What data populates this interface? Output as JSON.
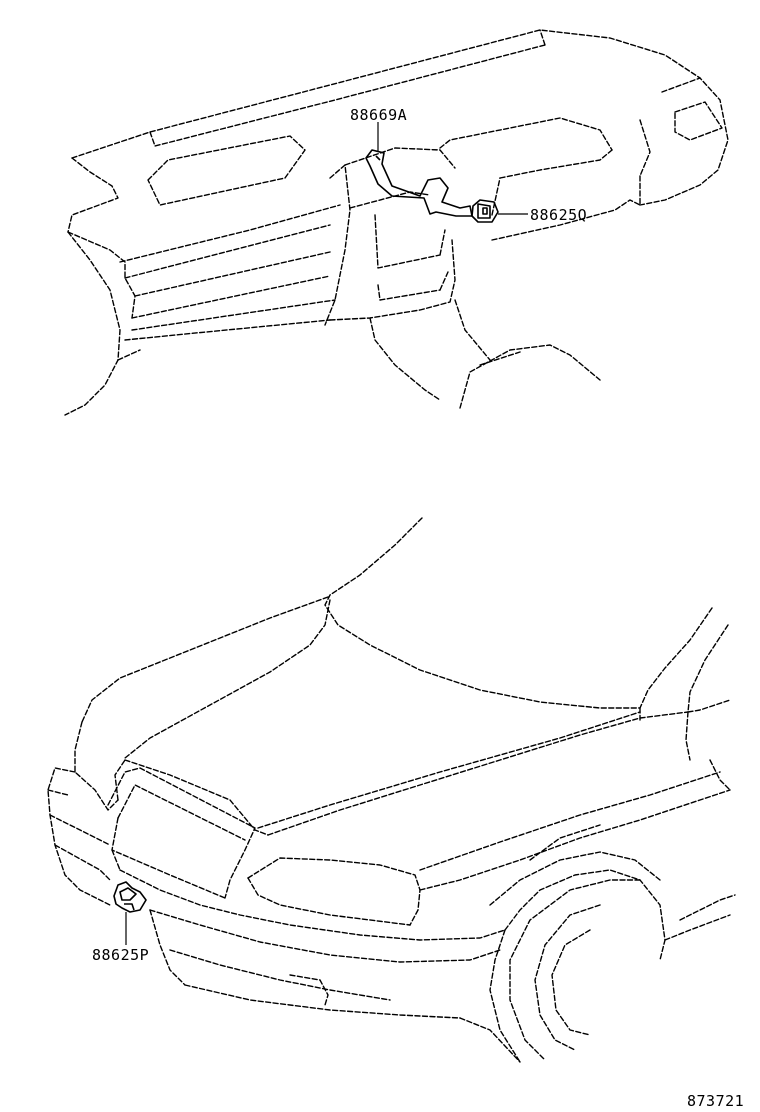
{
  "parts": {
    "upper_wire": "88669A",
    "upper_sensor": "88625Q",
    "lower_sensor": "88625P"
  },
  "figure_number": "873721",
  "icons": [
    "dashboard-illustration",
    "car-front-illustration",
    "sensor-wire-icon",
    "sensor-unit-icon"
  ]
}
